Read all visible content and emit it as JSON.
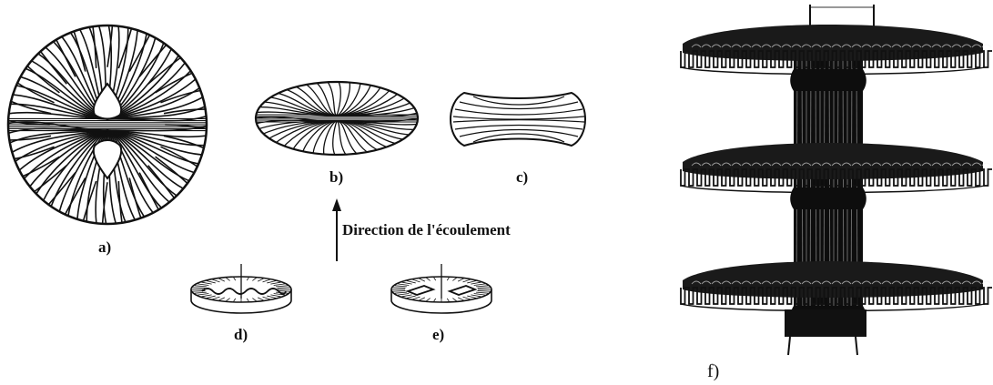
{
  "panels": {
    "a": {
      "label": "a)"
    },
    "b": {
      "label": "b)"
    },
    "c": {
      "label": "c)"
    },
    "d": {
      "label": "d)"
    },
    "e": {
      "label": "e)"
    },
    "f": {
      "label": "f)"
    }
  },
  "flow": {
    "text": "Direction de l'écoulement"
  },
  "colors": {
    "ink": "#111111",
    "paper": "#ffffff"
  }
}
